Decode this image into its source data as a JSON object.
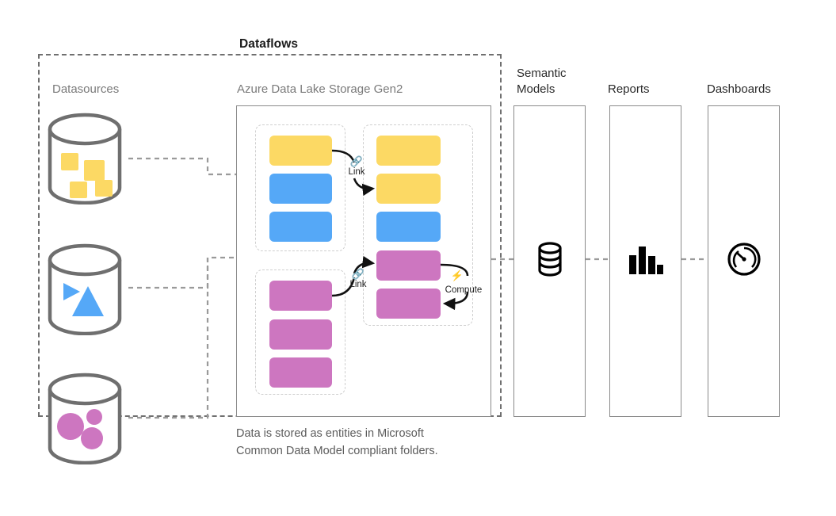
{
  "diagram": {
    "title": "Dataflows",
    "caption": "Data is stored as entities in Microsoft Common Data Model compliant folders.",
    "caption_line_1": "Data is stored as entities in Microsoft",
    "caption_line_2": "Common Data Model compliant folders."
  },
  "columns": {
    "datasources_label": "Datasources",
    "adls_label": "Azure Data Lake Storage Gen2",
    "semantic_label_line_1": "Semantic",
    "semantic_label_line_2": "Models",
    "reports_label": "Reports",
    "dashboards_label": "Dashboards"
  },
  "datasources": [
    {
      "name": "datasource-yellow-squares",
      "shape": "squares",
      "color": "#fcd964",
      "count": 4
    },
    {
      "name": "datasource-blue-triangles",
      "shape": "triangles",
      "color": "#55a8f7",
      "count": 2
    },
    {
      "name": "datasource-pink-circles",
      "shape": "circles",
      "color": "#cd76c0",
      "count": 3
    }
  ],
  "entity_groups": [
    {
      "group": "left-upper-folder",
      "bars": [
        {
          "color": "#fcd964",
          "type": "yellow"
        },
        {
          "color": "#55a8f7",
          "type": "blue"
        },
        {
          "color": "#55a8f7",
          "type": "blue"
        }
      ]
    },
    {
      "group": "left-lower-folder",
      "bars": [
        {
          "color": "#cd76c0",
          "type": "pink"
        },
        {
          "color": "#cd76c0",
          "type": "pink"
        },
        {
          "color": "#cd76c0",
          "type": "pink"
        }
      ]
    },
    {
      "group": "right-folder",
      "bars": [
        {
          "color": "#fcd964",
          "type": "yellow"
        },
        {
          "color": "#fcd964",
          "type": "yellow"
        },
        {
          "color": "#55a8f7",
          "type": "blue"
        },
        {
          "color": "#cd76c0",
          "type": "pink"
        },
        {
          "color": "#cd76c0",
          "type": "pink"
        }
      ]
    }
  ],
  "flow_labels": {
    "link_upper": "Link",
    "link_lower": "Link",
    "compute": "Compute",
    "link_icon": "chain-link-icon",
    "compute_icon": "lightning-bolt-icon"
  },
  "output_icons": {
    "semantic_models": "database-stack-icon",
    "reports": "bar-chart-icon",
    "dashboards": "gauge-icon"
  },
  "colors": {
    "yellow": "#fcd964",
    "blue": "#55a8f7",
    "pink": "#cd76c0",
    "cylinder_outline": "#6f6f6f",
    "box_outline": "#8a8a8a",
    "dashed_boundary": "#6f6f6f",
    "folder_dash": "#cfcfcf",
    "label_gray": "#7a7a7a",
    "connector_gray": "#9a9a9a"
  }
}
